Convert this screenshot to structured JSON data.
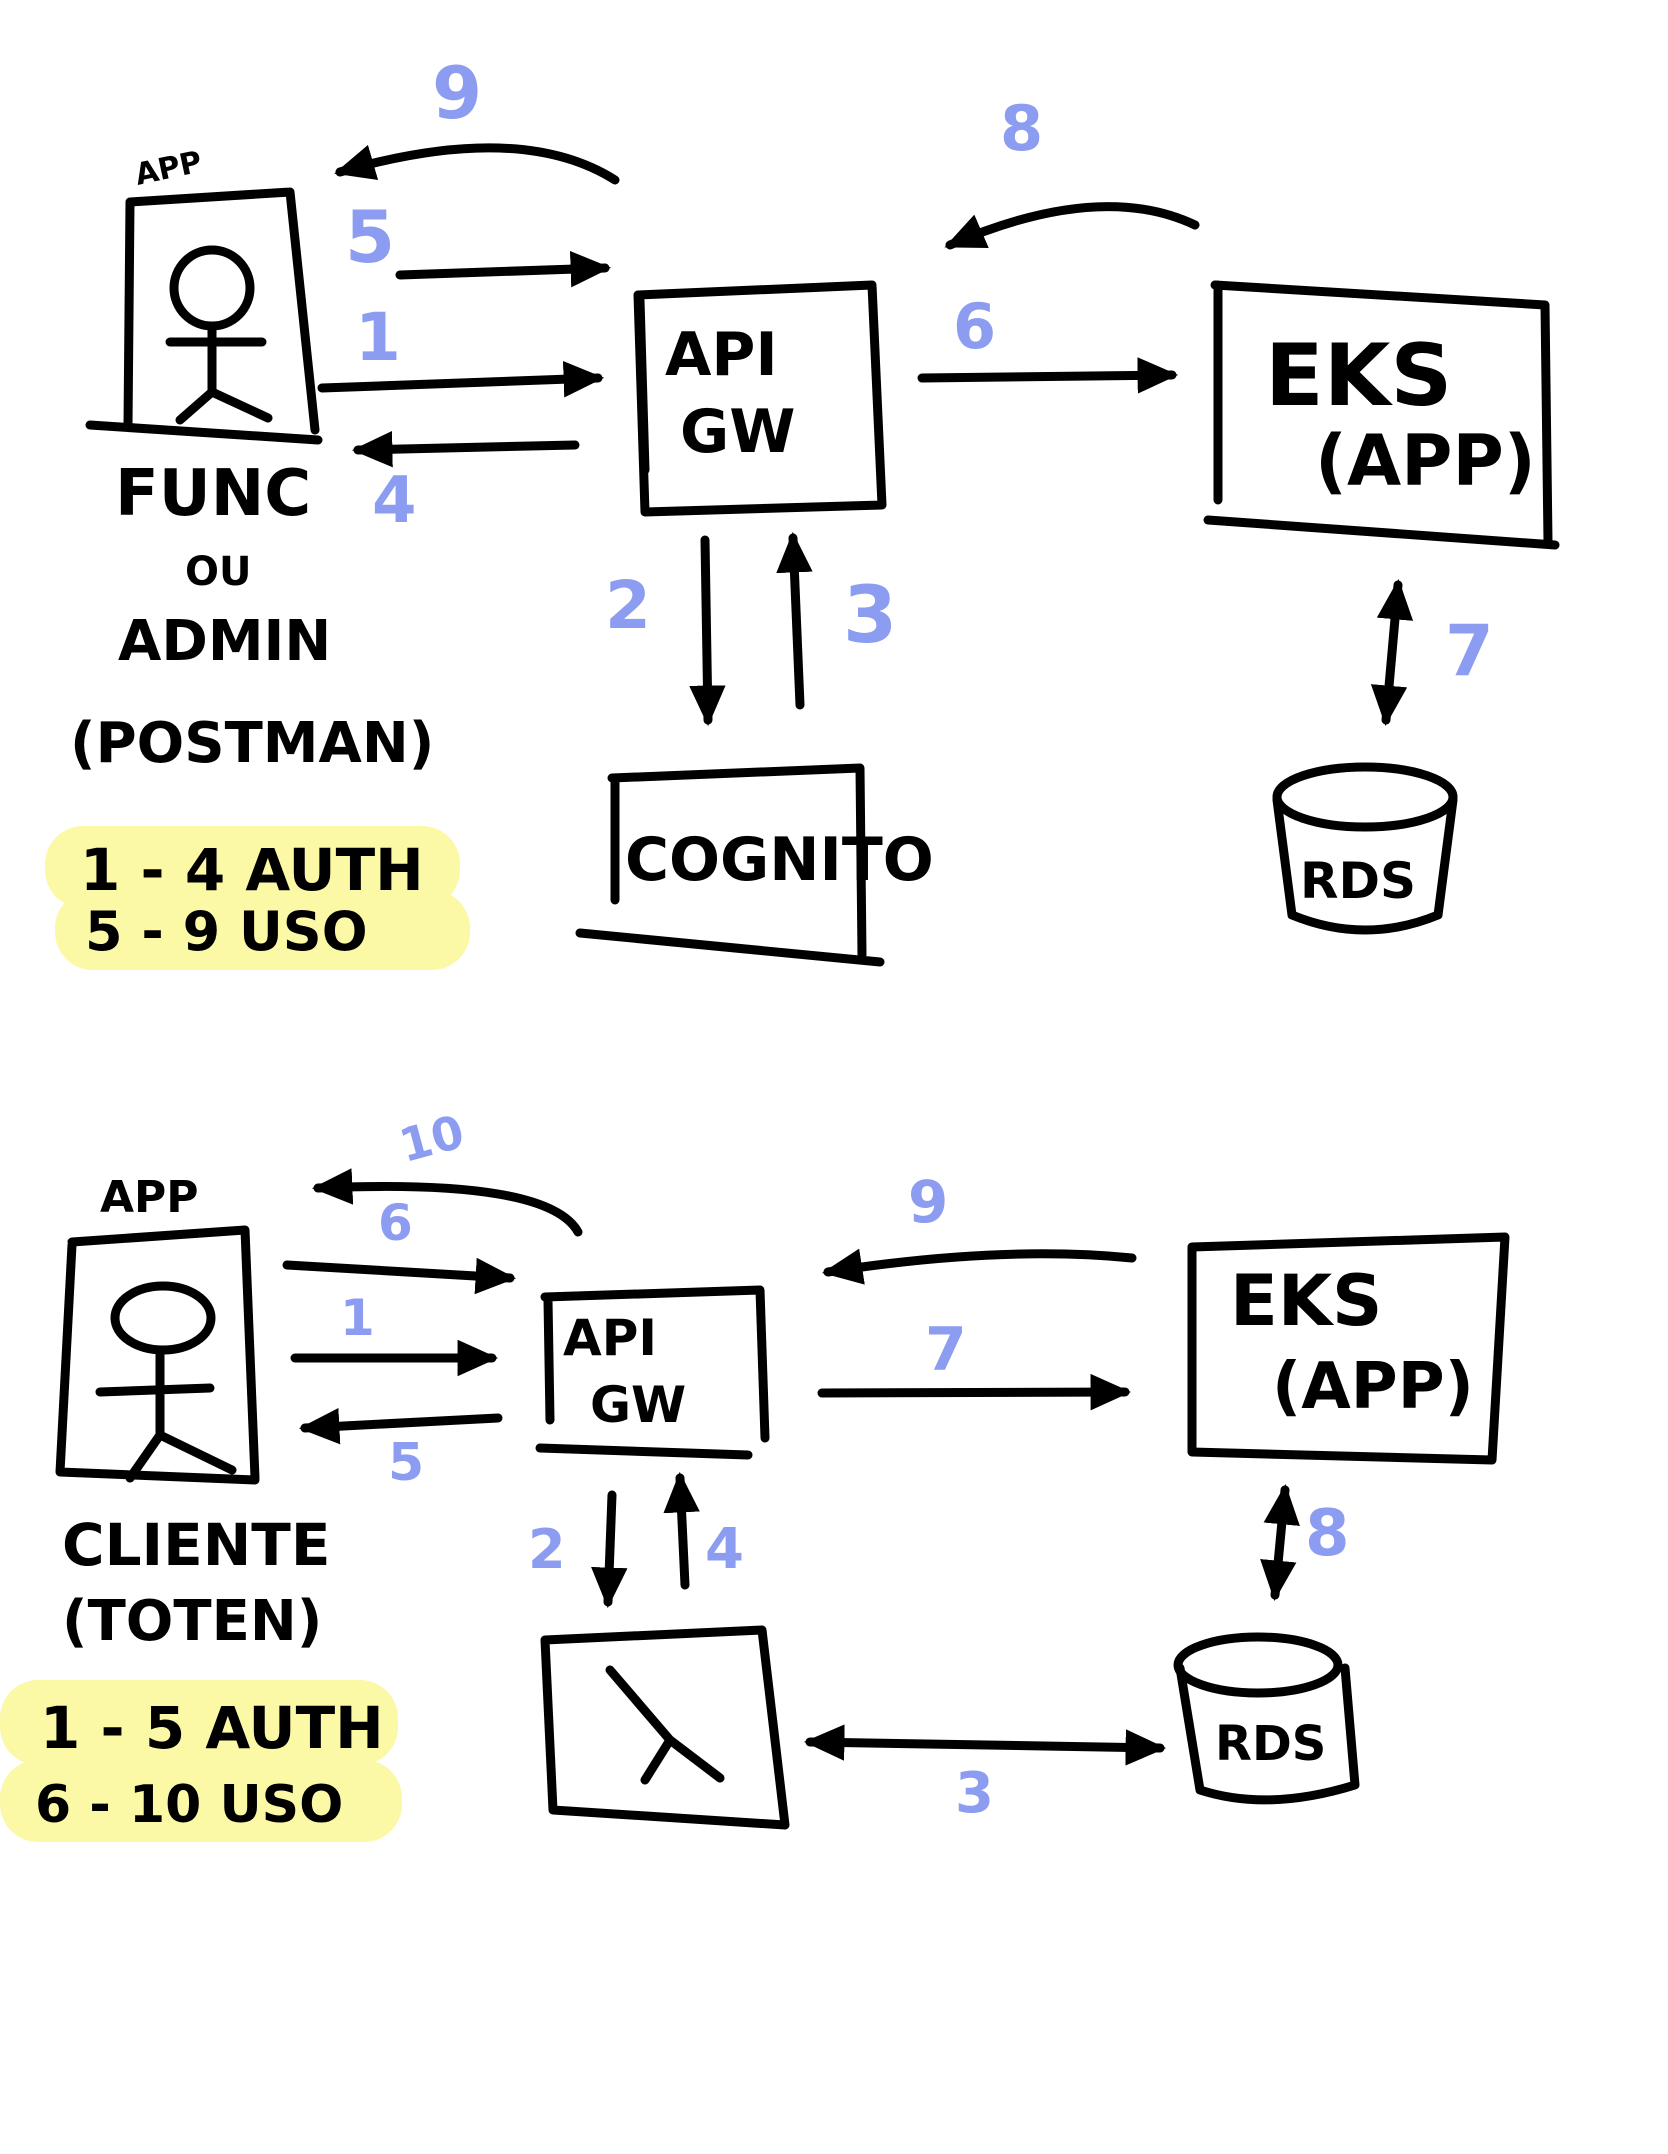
{
  "colors": {
    "ink": "#000000",
    "step_number": "#8c9cf0",
    "highlight": "#fbf8a6",
    "background": "#ffffff"
  },
  "icons": {
    "actor": "stick-figure",
    "database": "cylinder",
    "lambda": "lambda-symbol"
  },
  "flow_admin": {
    "actor_app_label": "APP",
    "actor_name_line1": "FUNC",
    "actor_name_line2": "OU",
    "actor_name_line3": "ADMIN",
    "actor_name_line4": "(POSTMAN)",
    "api_gw_line1": "API",
    "api_gw_line2": "GW",
    "cognito_label": "COGNITO",
    "eks_line1": "EKS",
    "eks_line2": "(APP)",
    "rds_label": "RDS",
    "legend_auth": "1 - 4 AUTH",
    "legend_use": "5 - 9 USO",
    "steps": {
      "s1": "1",
      "s2": "2",
      "s3": "3",
      "s4": "4",
      "s5": "5",
      "s6": "6",
      "s7": "7",
      "s8": "8",
      "s9": "9"
    }
  },
  "flow_client": {
    "actor_app_label": "APP",
    "actor_name_line1": "CLIENTE",
    "actor_name_line2": "(TOTEN)",
    "api_gw_line1": "API",
    "api_gw_line2": "GW",
    "eks_line1": "EKS",
    "eks_line2": "(APP)",
    "rds_label": "RDS",
    "legend_auth": "1 - 5 AUTH",
    "legend_use": "6 - 10 USO",
    "steps": {
      "s1": "1",
      "s2": "2",
      "s3": "3",
      "s4": "4",
      "s5": "5",
      "s6": "6",
      "s7": "7",
      "s8": "8",
      "s9": "9",
      "s10": "10"
    }
  }
}
